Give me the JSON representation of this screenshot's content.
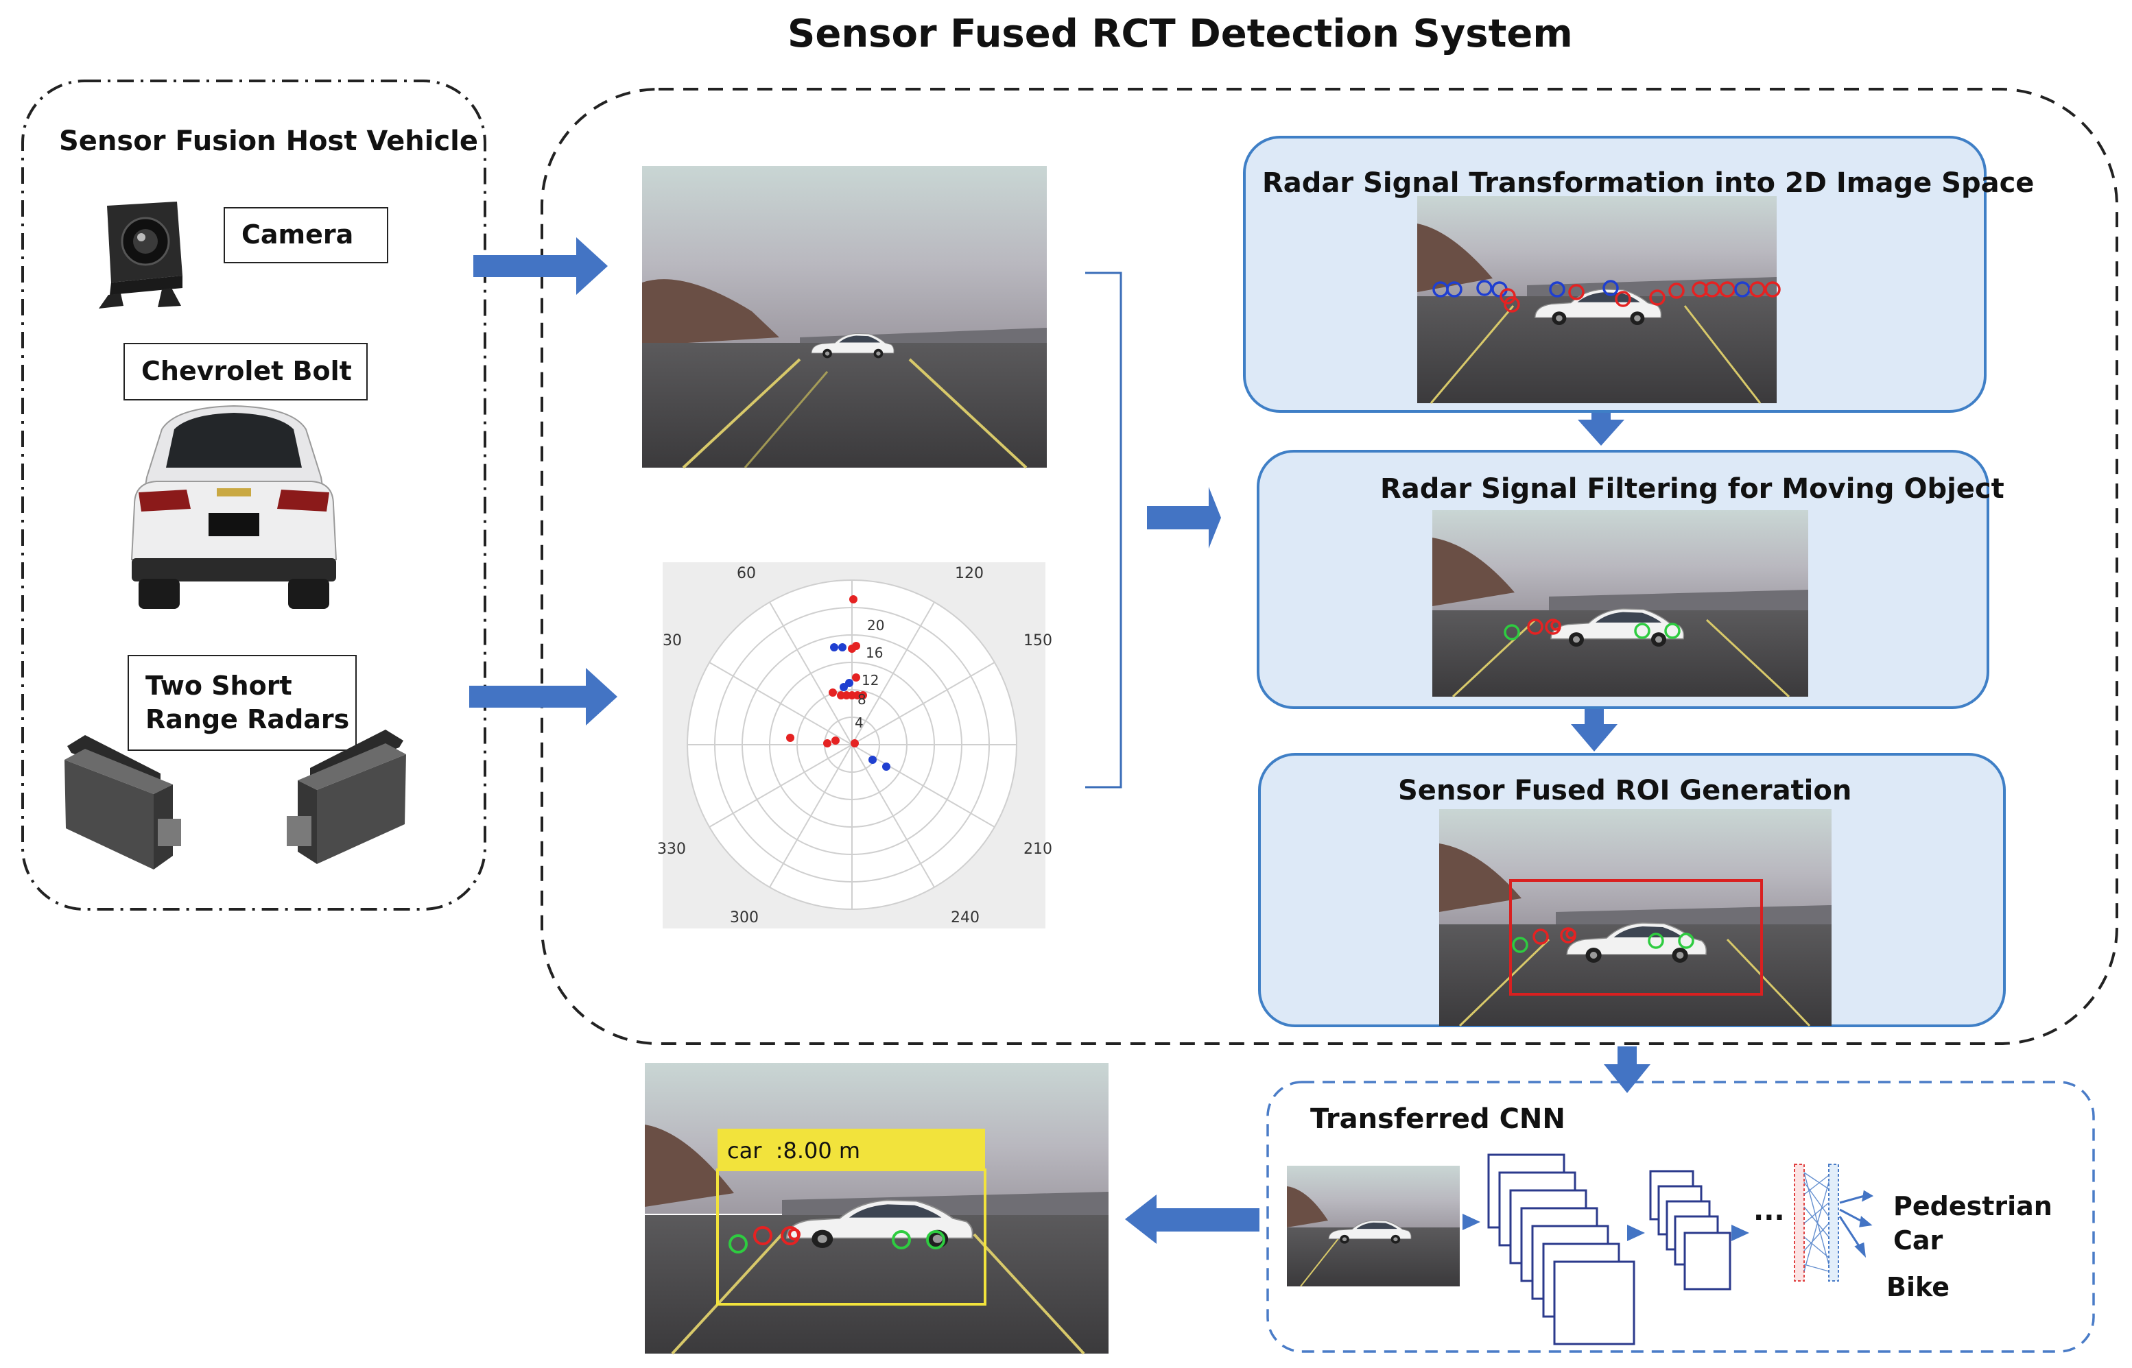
{
  "title": "Sensor Fused RCT Detection System",
  "host_vehicle": {
    "title": "Sensor Fusion Host Vehicle",
    "camera_label": "Camera",
    "car_label": "Chevrolet Bolt",
    "radar_label_line1": "Two Short",
    "radar_label_line2": "Range Radars"
  },
  "polar_plot": {
    "angle_labels": [
      "60",
      "120",
      "30",
      "150",
      "330",
      "210",
      "300",
      "240"
    ],
    "range_labels": [
      "20",
      "16",
      "12",
      "8",
      "4"
    ],
    "detection_colors": {
      "stationary": "#e52222",
      "moving": "#1f3fd0"
    }
  },
  "stages": [
    {
      "title": "Radar Signal Transformation into 2D Image Space"
    },
    {
      "title": "Radar Signal Filtering for Moving Object"
    },
    {
      "title": "Sensor Fused ROI Generation"
    }
  ],
  "cnn": {
    "title": "Transferred CNN",
    "ellipsis": "...",
    "classes": [
      "Pedestrian",
      "Car",
      "Bike"
    ]
  },
  "output": {
    "detection_label": "car  :8.00 m",
    "box_color": "#f2e33c"
  },
  "colors": {
    "arrow": "#4374c4",
    "stage_fill": "#dde9f7",
    "stage_border": "#3f7fc6",
    "radar_point_red": "#e52222",
    "radar_point_blue": "#1f3fd0",
    "radar_point_green": "#2ecc40",
    "roi_box": "#d92020"
  }
}
